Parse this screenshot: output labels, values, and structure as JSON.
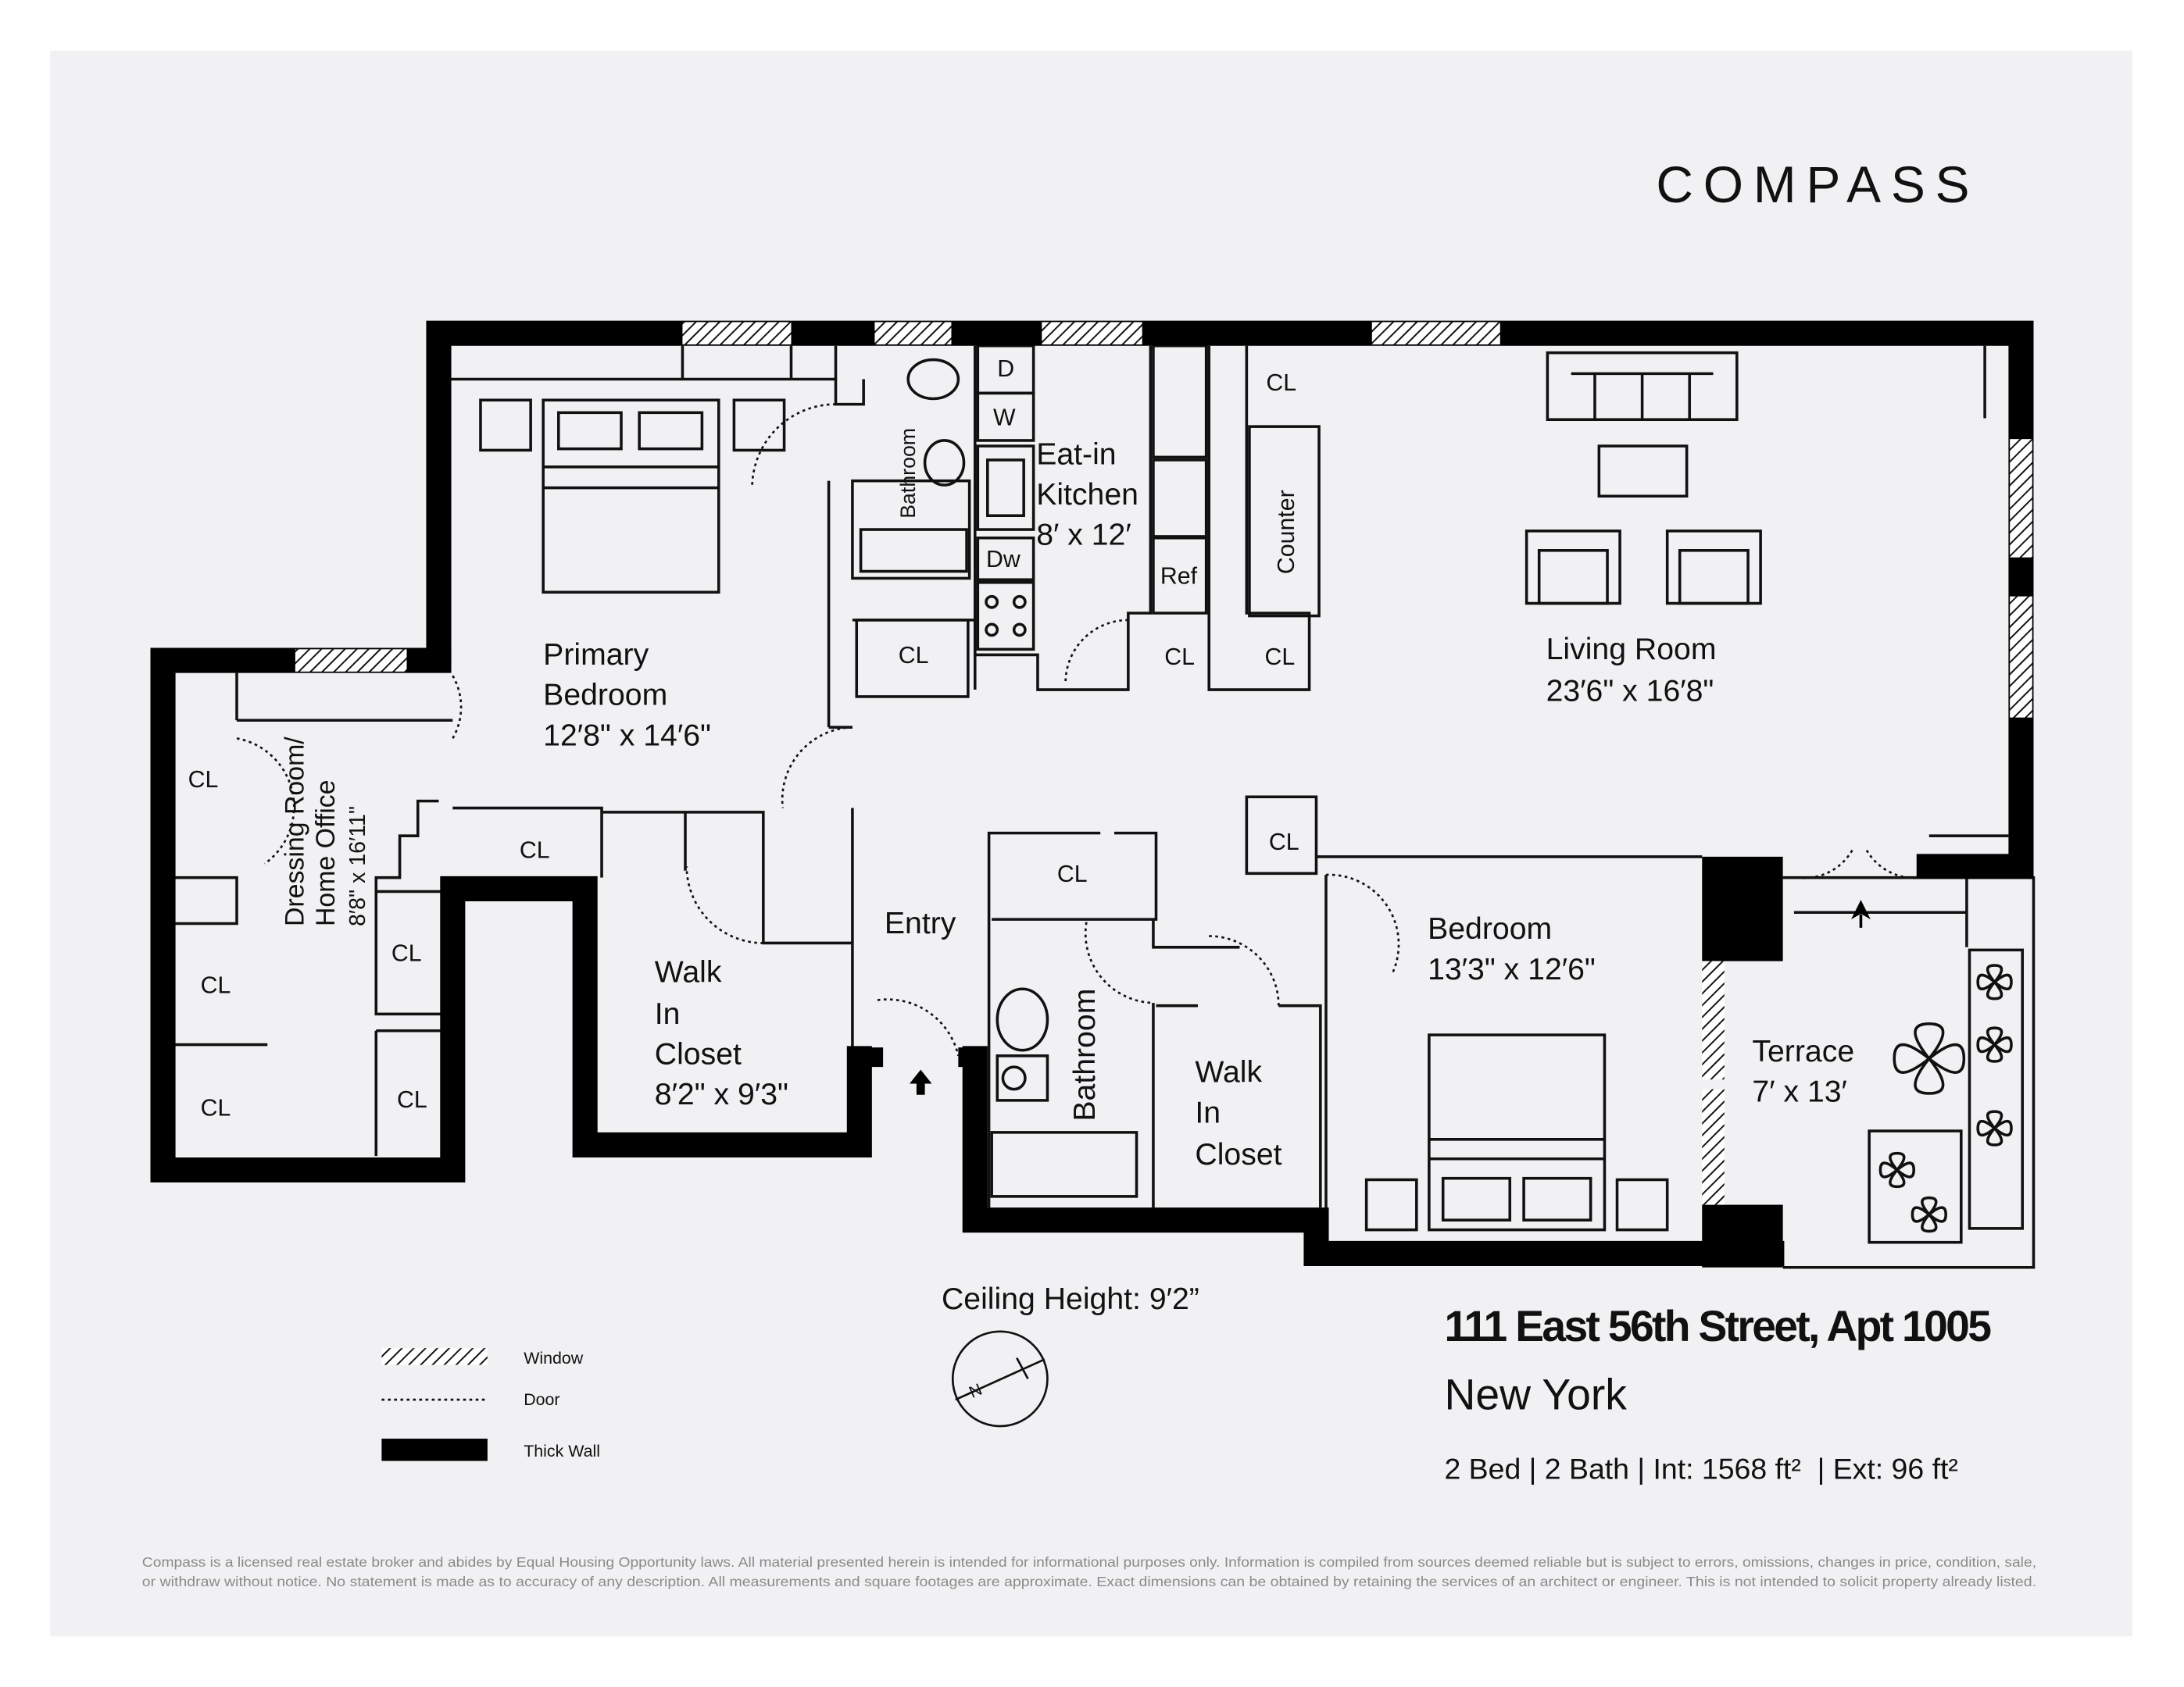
{
  "brand": {
    "logo_text": "COMPASS"
  },
  "rooms": {
    "primary_bedroom": {
      "line1": "Primary",
      "line2": "Bedroom",
      "dims": "12′8\" x 14′6\""
    },
    "kitchen": {
      "line1": "Eat-in",
      "line2": "Kitchen",
      "dims": "8′ x 12′"
    },
    "living_room": {
      "name": "Living Room",
      "dims": "23′6\" x 16′8\""
    },
    "dressing_room": {
      "line1": "Dressing Room/",
      "line2": "Home Office",
      "dims": "8′8\" x 16′11\""
    },
    "walk_in_closet_1": {
      "line1": "Walk",
      "line2": "In",
      "line3": "Closet",
      "dims": "8′2\" x 9′3\""
    },
    "entry": {
      "name": "Entry"
    },
    "bedroom": {
      "name": "Bedroom",
      "dims": "13′3\" x 12′6\""
    },
    "walk_in_closet_2": {
      "line1": "Walk",
      "line2": "In",
      "line3": "Closet"
    },
    "terrace": {
      "name": "Terrace",
      "dims": "7′ x 13′"
    },
    "bathroom_1": {
      "name": "Bathroom"
    },
    "bathroom_2": {
      "name": "Bathroom"
    }
  },
  "fixtures": {
    "closet": "CL",
    "dryer": "D",
    "washer": "W",
    "dishwasher": "Dw",
    "refrigerator": "Ref",
    "counter": "Counter"
  },
  "legend": {
    "items": [
      {
        "label": "Window",
        "style": "hatched"
      },
      {
        "label": "Door",
        "style": "dotted"
      },
      {
        "label": "Thick Wall",
        "style": "solid-black"
      }
    ]
  },
  "ceiling_height": "Ceiling Height: 9′2”",
  "compass_rose": {
    "label": "N",
    "icon": "north-arrow-icon"
  },
  "listing": {
    "address": "111 East 56th Street, Apt 1005",
    "city": "New York",
    "stats": "2 Bed | 2 Bath | Int: 1568 ft²  | Ext: 96 ft²"
  },
  "disclaimer": {
    "line1": "Compass is a licensed real estate broker and abides by Equal Housing Opportunity laws. All material presented herein is intended for informational purposes only. Information is compiled from sources deemed reliable but is subject to errors, omissions, changes in price, condition, sale,",
    "line2": "or withdraw without notice. No statement is made as to accuracy of any description. All measurements and square footages are approximate. Exact dimensions can be obtained by retaining the services of an architect or engineer. This is not intended to solicit property already listed."
  },
  "colors": {
    "background": "#f1f1f3",
    "wall": "#000000",
    "text": "#111111",
    "disclaimer": "#8a8a8a"
  }
}
